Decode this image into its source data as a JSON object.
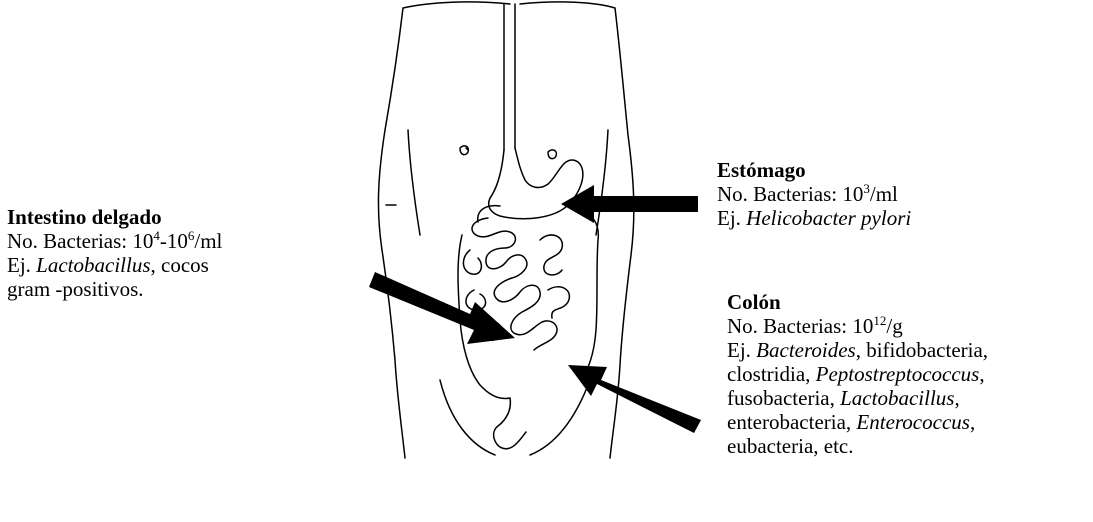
{
  "organs": {
    "small_intestine": {
      "title": "Intestino delgado",
      "count_prefix": "No. Bacterias: 10",
      "count_exp1": "4",
      "count_mid": "-10",
      "count_exp2": "6",
      "count_unit": "/ml",
      "ex_prefix": "Ej. ",
      "ex_italic": "Lactobacillus",
      "ex_rest": ", cocos",
      "ex_line2": "gram -positivos."
    },
    "stomach": {
      "title": "Estómago",
      "count_prefix": "No. Bacterias: 10",
      "count_exp": "3",
      "count_unit": "/ml",
      "ex_prefix": "Ej. ",
      "ex_italic": "Helicobacter pylori"
    },
    "colon": {
      "title": "Colón",
      "count_prefix": "No. Bacterias: 10",
      "count_exp": "12",
      "count_unit": "/g",
      "l1_prefix": "Ej. ",
      "l1_italic": "Bacteroides",
      "l1_rest": ", bifidobacteria,",
      "l2_prefix": "clostridia, ",
      "l2_italic": "Peptostreptococcus",
      "l2_rest": ",",
      "l3_prefix": "fusobacteria, ",
      "l3_italic": "Lactobacillus",
      "l3_rest": ",",
      "l4_prefix": "enterobacteria, ",
      "l4_italic": "Enterococcus",
      "l4_rest": ",",
      "l5": "eubacteria, etc."
    }
  }
}
